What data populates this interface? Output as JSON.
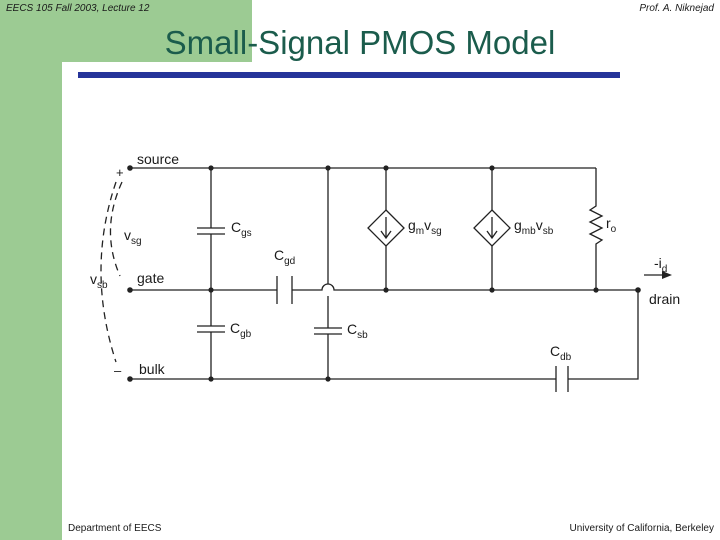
{
  "header": {
    "course": "EECS 105 Fall 2003, Lecture 12",
    "author": "Prof. A. Niknejad"
  },
  "title": "Small-Signal PMOS Model",
  "footer": {
    "department": "Department of EECS",
    "university": "University of California, Berkeley"
  },
  "colors": {
    "accent_green": "#9ccb93",
    "title_color": "#1b5c4c",
    "rule_color": "#26349a"
  },
  "diagram": {
    "nodes": {
      "source": "source",
      "gate": "gate",
      "bulk": "bulk",
      "drain": "drain"
    },
    "polarity": {
      "plus": "+",
      "minus": "–"
    },
    "voltages": {
      "vsg": {
        "base": "v",
        "sub": "sg"
      },
      "vsb": {
        "base": "v",
        "sub": "sb"
      }
    },
    "capacitors": {
      "cgs": {
        "base": "C",
        "sub": "gs"
      },
      "cgd": {
        "base": "C",
        "sub": "gd"
      },
      "cgb": {
        "base": "C",
        "sub": "gb"
      },
      "csb": {
        "base": "C",
        "sub": "sb"
      },
      "cdb": {
        "base": "C",
        "sub": "db"
      }
    },
    "sources": {
      "gm": {
        "g": "g",
        "g_sub": "m",
        "v": "v",
        "v_sub": "sg"
      },
      "gmb": {
        "g": "g",
        "g_sub": "mb",
        "v": "v",
        "v_sub": "sb"
      }
    },
    "resistor": {
      "base": "r",
      "sub": "o"
    },
    "current": {
      "base": "-i",
      "sub": "d"
    }
  }
}
